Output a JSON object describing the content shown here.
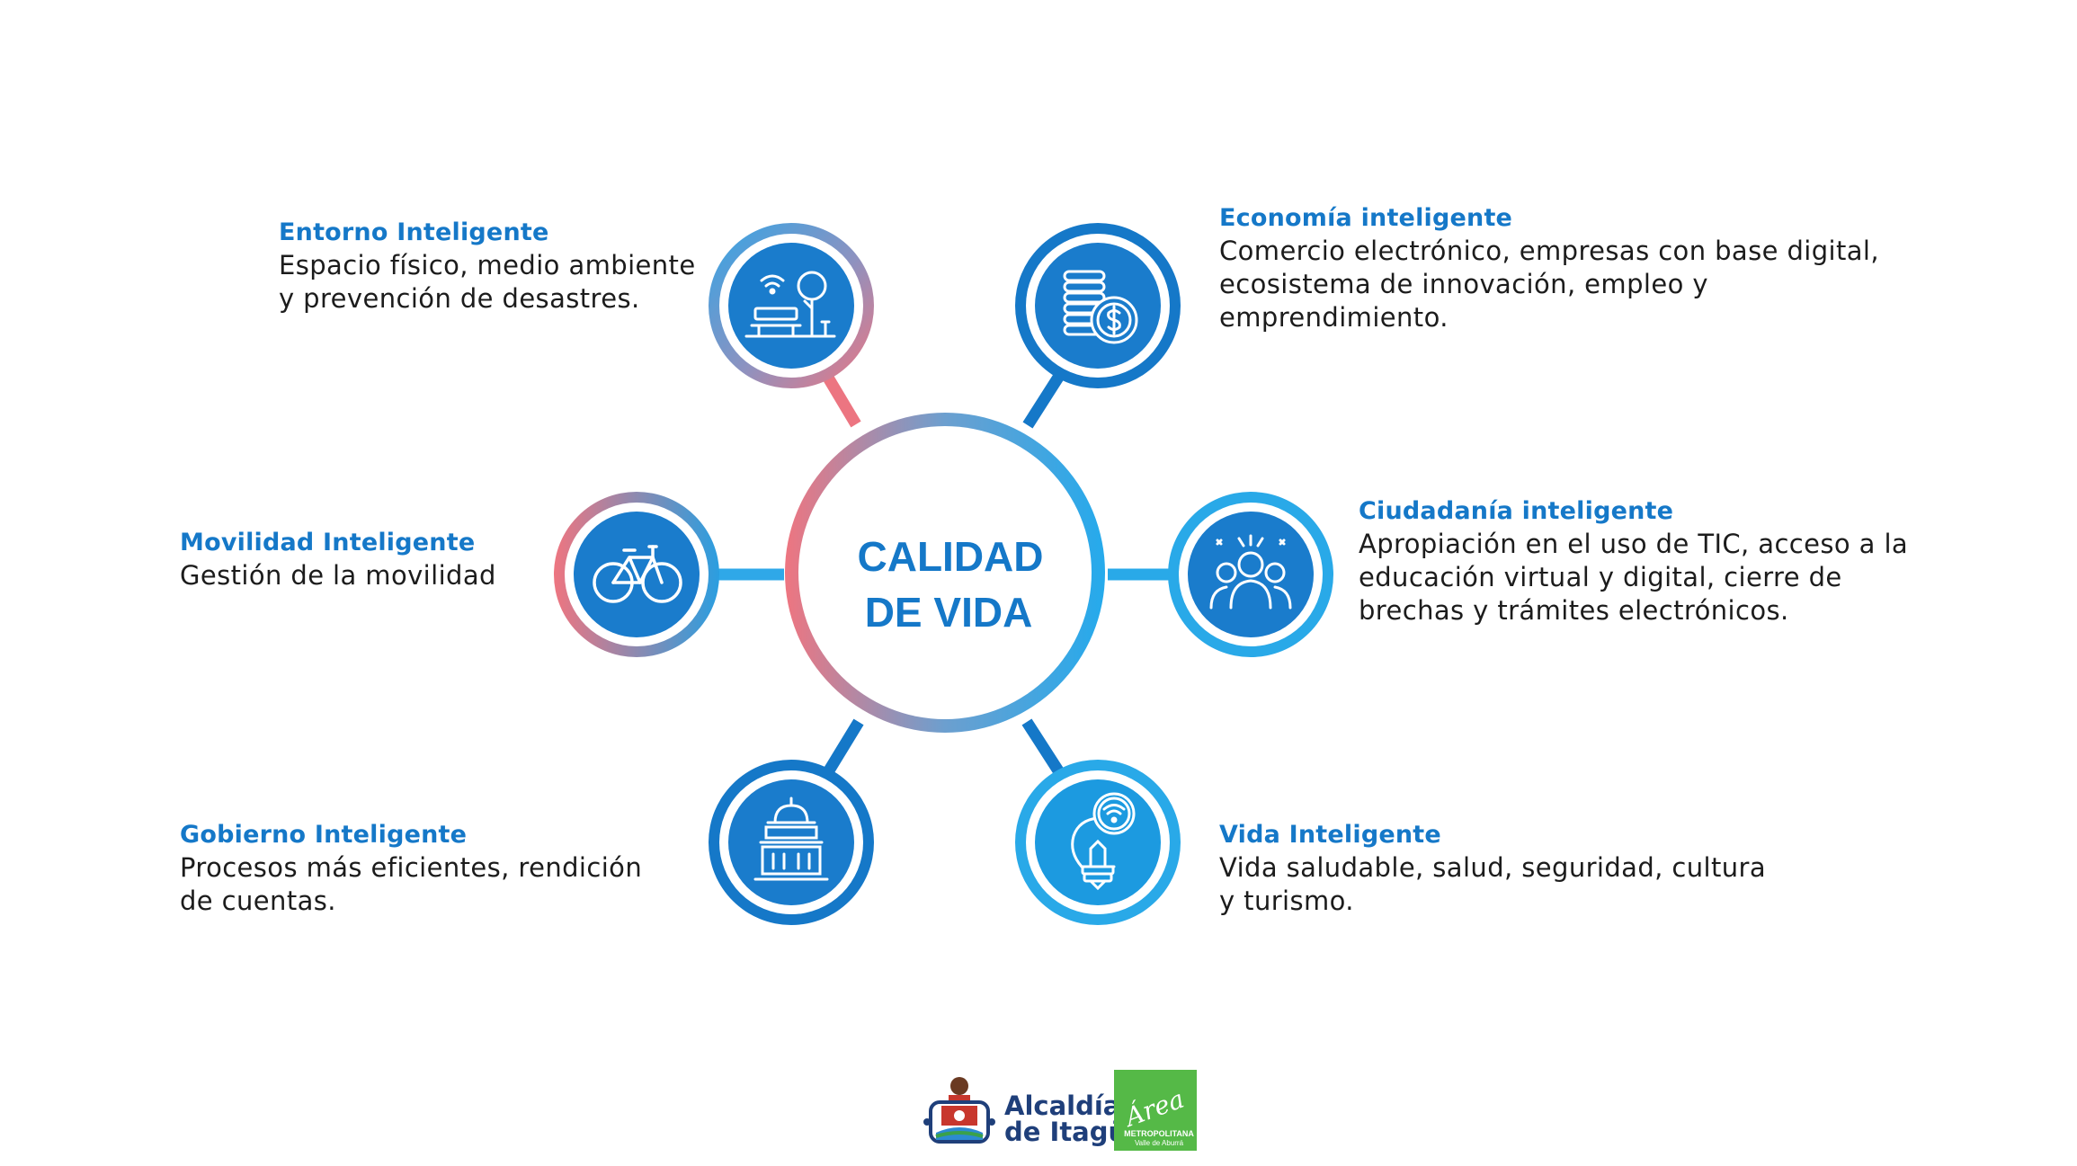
{
  "center": {
    "line1": "CALIDAD",
    "line2": "DE VIDA"
  },
  "nodes": [
    {
      "id": "entorno",
      "icon": "park-bench-tree-icon",
      "title": "Entorno Inteligente",
      "description": "Espacio físico, medio ambiente y prevención de desastres."
    },
    {
      "id": "economia",
      "icon": "coins-dollar-icon",
      "title": "Economía inteligente",
      "description": "Comercio electrónico, empresas con base digital, ecosistema de innovación, empleo y emprendimiento."
    },
    {
      "id": "movilidad",
      "icon": "bicycle-icon",
      "title": "Movilidad Inteligente",
      "description": "Gestión de la movilidad"
    },
    {
      "id": "ciudadania",
      "icon": "citizens-group-icon",
      "title": "Ciudadanía inteligente",
      "description": "Apropiación en el uso de TIC, acceso a la educación virtual y digital, cierre de brechas y trámites electrónicos."
    },
    {
      "id": "gobierno",
      "icon": "government-building-icon",
      "title": "Gobierno Inteligente",
      "description": "Procesos más eficientes, rendición de cuentas."
    },
    {
      "id": "vida",
      "icon": "smart-lightbulb-icon",
      "title": "Vida Inteligente",
      "description": "Vida saludable, salud, seguridad, cultura y turismo."
    }
  ],
  "logos": {
    "alcaldia_line1": "Alcaldía",
    "alcaldia_line2": "de Itagüí",
    "area_word": "Área",
    "area_line1": "METROPOLITANA",
    "area_line2": "Valle de Aburrá"
  },
  "colors": {
    "blue_dark": "#1578c8",
    "blue_light": "#29a9e8",
    "pink": "#e9737f",
    "green": "#55b947"
  }
}
